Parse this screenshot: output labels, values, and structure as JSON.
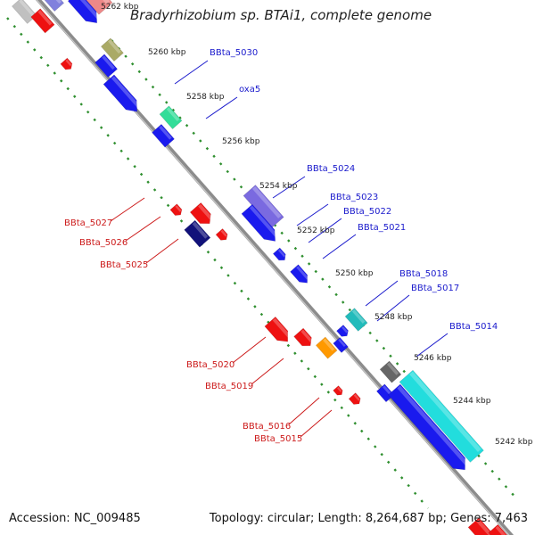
{
  "title": "Bradyrhizobium sp. BTAi1, complete genome",
  "footer": {
    "accession": "Accession: NC_009485",
    "summary": "Topology: circular; Length: 8,264,687 bp; Genes: 7,463"
  },
  "colors": {
    "backbone": "#8c8c8c",
    "tick_dots": "#2f8f2f",
    "forward_label": "#1a1acc",
    "reverse_label": "#cc1a1a"
  },
  "ticks": [
    {
      "label": "5262 kbp"
    },
    {
      "label": "5260 kbp"
    },
    {
      "label": "5258 kbp"
    },
    {
      "label": "5256 kbp"
    },
    {
      "label": "5254 kbp"
    },
    {
      "label": "5252 kbp"
    },
    {
      "label": "5250 kbp"
    },
    {
      "label": "5248 kbp"
    },
    {
      "label": "5246 kbp"
    },
    {
      "label": "5244 kbp"
    },
    {
      "label": "5242 kbp"
    }
  ],
  "labels": {
    "forward": [
      {
        "text": "BBta_5030"
      },
      {
        "text": "oxa5"
      },
      {
        "text": "BBta_5024"
      },
      {
        "text": "BBta_5023"
      },
      {
        "text": "BBta_5022"
      },
      {
        "text": "BBta_5021"
      },
      {
        "text": "BBta_5018"
      },
      {
        "text": "BBta_5017"
      },
      {
        "text": "BBta_5014"
      }
    ],
    "reverse": [
      {
        "text": "BBta_5027"
      },
      {
        "text": "BBta_5026"
      },
      {
        "text": "BBta_5025"
      },
      {
        "text": "BBta_5020"
      },
      {
        "text": "BBta_5019"
      },
      {
        "text": "BBta_5016"
      },
      {
        "text": "BBta_5015"
      }
    ]
  }
}
